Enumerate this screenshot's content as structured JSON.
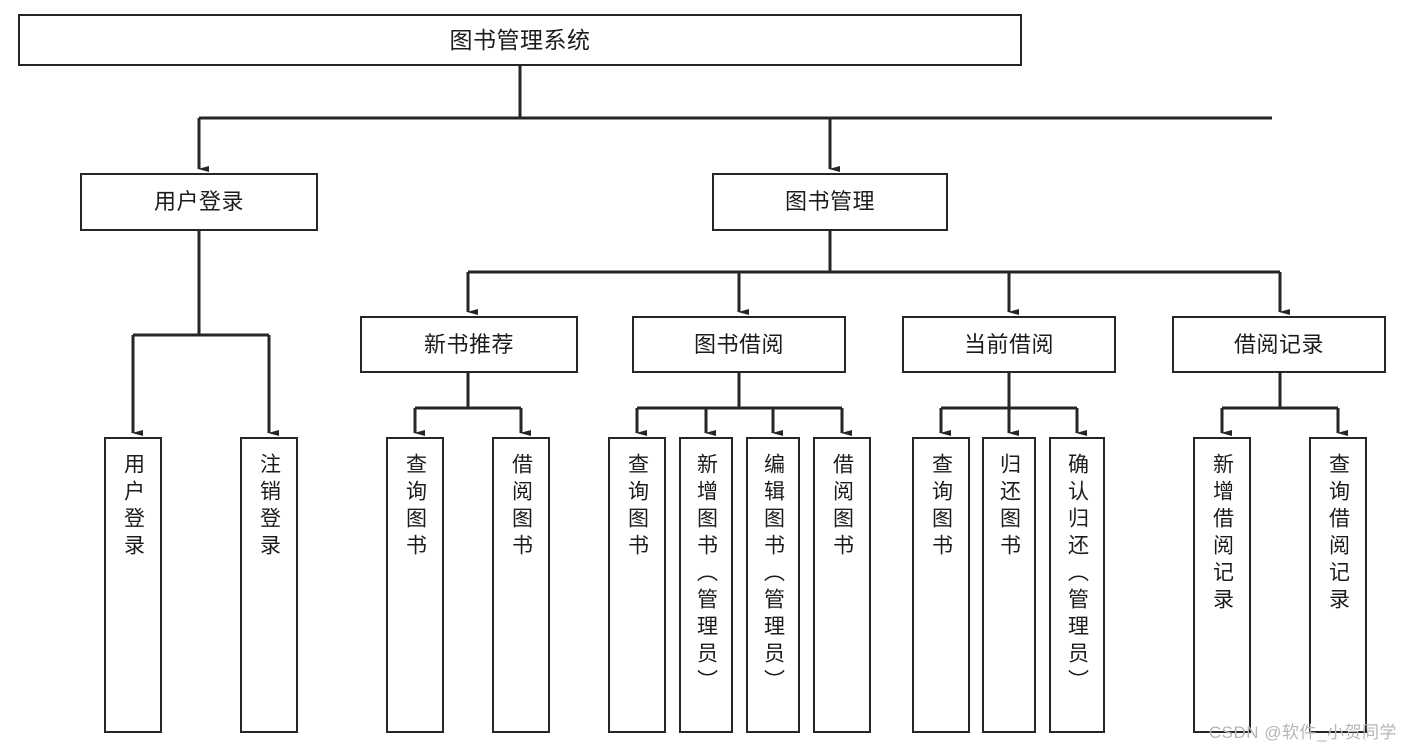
{
  "diagram": {
    "type": "tree",
    "title": "图书管理系统",
    "orientation": "top-down",
    "colors": {
      "box_border": "#262626",
      "box_fill": "#ffffff",
      "connector": "#262626",
      "text": "#1c1c1c",
      "watermark": "#b6b6b6",
      "background": "#ffffff"
    }
  },
  "root": {
    "label": "图书管理系统"
  },
  "level2": [
    {
      "label": "用户登录"
    },
    {
      "label": "图书管理"
    }
  ],
  "level3": [
    {
      "label": "新书推荐"
    },
    {
      "label": "图书借阅"
    },
    {
      "label": "当前借阅"
    },
    {
      "label": "借阅记录"
    }
  ],
  "leaves": {
    "user_login": [
      {
        "label": "用户登录"
      },
      {
        "label": "注销登录"
      }
    ],
    "new_book_recommend": [
      {
        "label": "查询图书"
      },
      {
        "label": "借阅图书"
      }
    ],
    "book_borrow": [
      {
        "label": "查询图书"
      },
      {
        "label": "新增图书（管理员）"
      },
      {
        "label": "编辑图书（管理员）"
      },
      {
        "label": "借阅图书"
      }
    ],
    "current_borrow": [
      {
        "label": "查询图书"
      },
      {
        "label": "归还图书"
      },
      {
        "label": "确认归还（管理员）"
      }
    ],
    "borrow_record": [
      {
        "label": "新增借阅记录"
      },
      {
        "label": "查询借阅记录"
      }
    ]
  },
  "watermark": {
    "text": "CSDN @软件_小贺同学"
  }
}
